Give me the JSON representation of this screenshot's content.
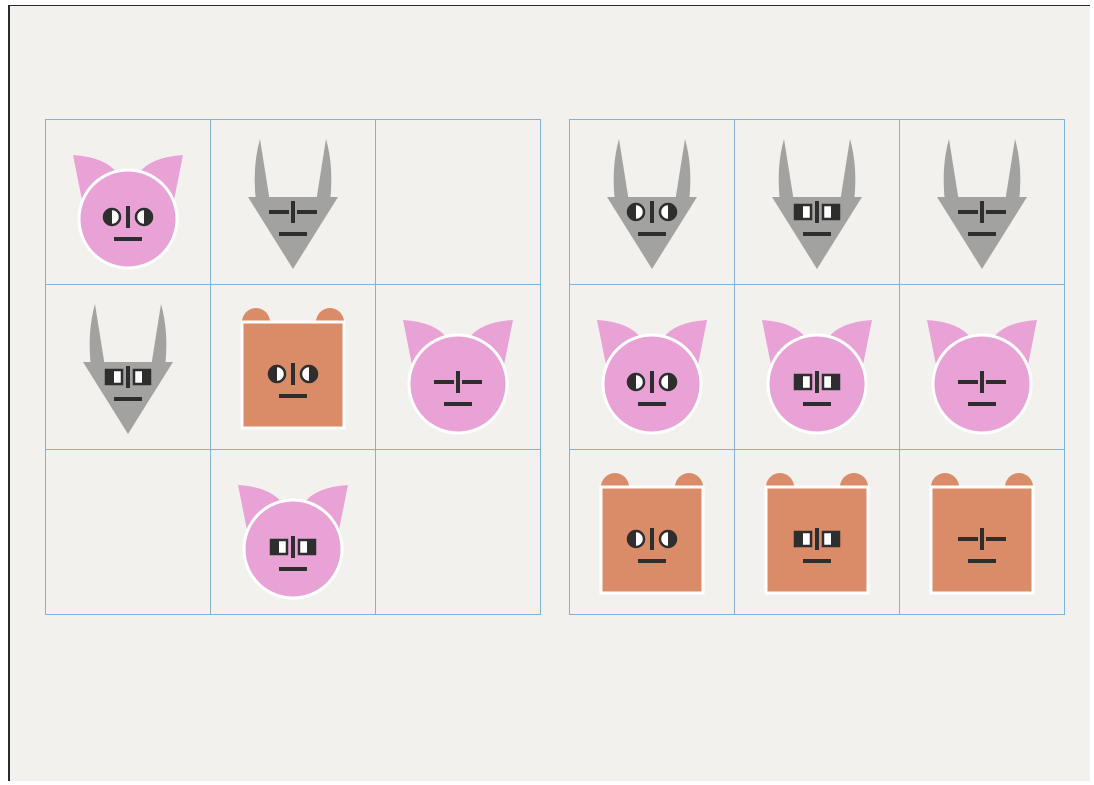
{
  "colors": {
    "pig": "#e8a2d6",
    "fox": "#a2a2a0",
    "bear": "#d98c67",
    "features": "#2e2e2e",
    "grid_line": "#7fb3de",
    "paper": "#f3f1ee"
  },
  "puzzle": {
    "cells": [
      {
        "animal": "pig",
        "eyes": "round"
      },
      {
        "animal": "fox",
        "eyes": "line"
      },
      {
        "animal": "empty",
        "eyes": "none"
      },
      {
        "animal": "fox",
        "eyes": "square"
      },
      {
        "animal": "bear",
        "eyes": "round"
      },
      {
        "animal": "pig",
        "eyes": "line"
      },
      {
        "animal": "empty",
        "eyes": "none"
      },
      {
        "animal": "pig",
        "eyes": "square"
      },
      {
        "animal": "empty",
        "eyes": "none"
      }
    ]
  },
  "reference": {
    "cells": [
      {
        "animal": "fox",
        "eyes": "round"
      },
      {
        "animal": "fox",
        "eyes": "square"
      },
      {
        "animal": "fox",
        "eyes": "line"
      },
      {
        "animal": "pig",
        "eyes": "round"
      },
      {
        "animal": "pig",
        "eyes": "square"
      },
      {
        "animal": "pig",
        "eyes": "line"
      },
      {
        "animal": "bear",
        "eyes": "round"
      },
      {
        "animal": "bear",
        "eyes": "square"
      },
      {
        "animal": "bear",
        "eyes": "line"
      }
    ]
  }
}
